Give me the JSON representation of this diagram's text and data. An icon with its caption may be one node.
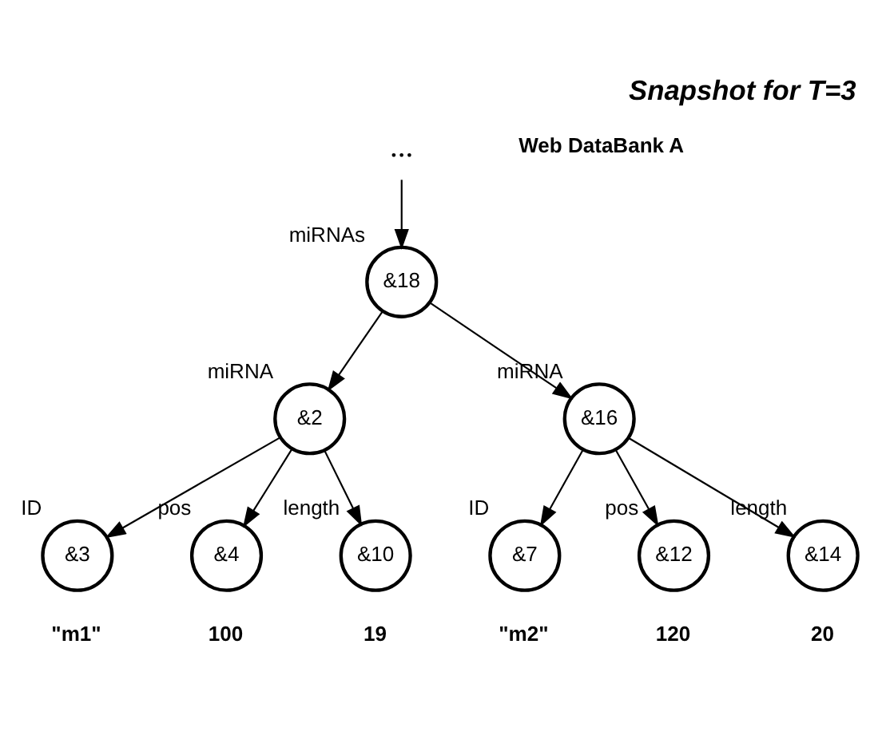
{
  "diagram": {
    "title": "Snapshot for T=3",
    "nodes": [
      {
        "text": [
          "..."
        ]
      },
      {
        "text": [
          "&18"
        ],
        "beside": [
          "miRNAs"
        ]
      },
      {
        "text": [
          "&2"
        ],
        "beside": [
          "miRNA"
        ]
      },
      {
        "text": [
          "&16"
        ],
        "beside": [
          "miRNA"
        ]
      },
      {
        "text": [
          "&3"
        ],
        "beside": [
          "ID",
          "\"m1\""
        ]
      },
      {
        "text": [
          "&4"
        ],
        "beside": [
          "pos",
          "100"
        ]
      },
      {
        "text": [
          "&10"
        ],
        "beside": [
          "length",
          "19"
        ]
      },
      {
        "text": [
          "&7"
        ],
        "beside": [
          "ID",
          "\"m2\""
        ]
      },
      {
        "text": [
          "&12"
        ],
        "beside": [
          "pos",
          "120"
        ]
      },
      {
        "text": [
          "&14"
        ],
        "beside": [
          "length",
          "20"
        ]
      }
    ],
    "edges": [
      {
        "from": 0,
        "to": 1,
        "arrow": "to"
      },
      {
        "from": 1,
        "to": 2,
        "arrow": "to"
      },
      {
        "from": 1,
        "to": 3,
        "arrow": "to"
      },
      {
        "from": 2,
        "to": 4,
        "arrow": "to"
      },
      {
        "from": 2,
        "to": 5,
        "arrow": "to"
      },
      {
        "from": 2,
        "to": 6,
        "arrow": "to"
      },
      {
        "from": 3,
        "to": 7,
        "arrow": "to"
      },
      {
        "from": 3,
        "to": 8,
        "arrow": "to"
      },
      {
        "from": 3,
        "to": 9,
        "arrow": "to"
      }
    ],
    "labels": [
      "Web DataBank A"
    ]
  }
}
